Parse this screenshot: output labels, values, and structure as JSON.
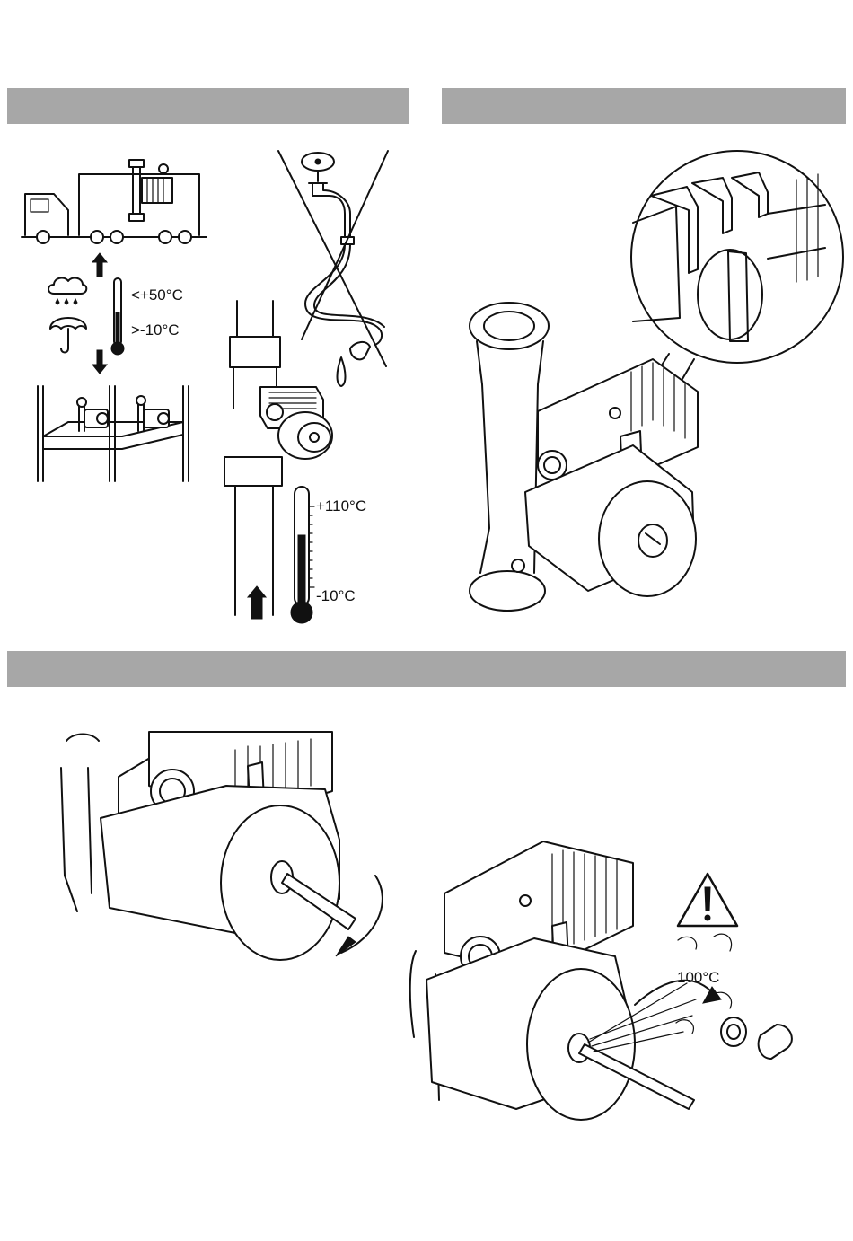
{
  "sections": {
    "transport_storage": {
      "header": ""
    },
    "connection": {
      "header": ""
    },
    "venting": {
      "header": ""
    }
  },
  "transport": {
    "max_temp_label": "<+50°C",
    "min_temp_label": ">-10°C"
  },
  "operating": {
    "max_fluid_temp_label": "+110°C",
    "min_fluid_temp_label": "-10°C"
  },
  "venting": {
    "hot_water_warning_label": "100°C"
  },
  "icons": {
    "truck": "truck-icon",
    "rain": "rain-cloud-icon",
    "umbrella": "umbrella-icon",
    "thermometer": "thermometer-icon",
    "warning": "warning-triangle-icon",
    "no_tap": "crossed-out-tap-icon"
  },
  "colors": {
    "section_bar": "#a7a7a7",
    "line": "#111111",
    "background": "#ffffff"
  }
}
